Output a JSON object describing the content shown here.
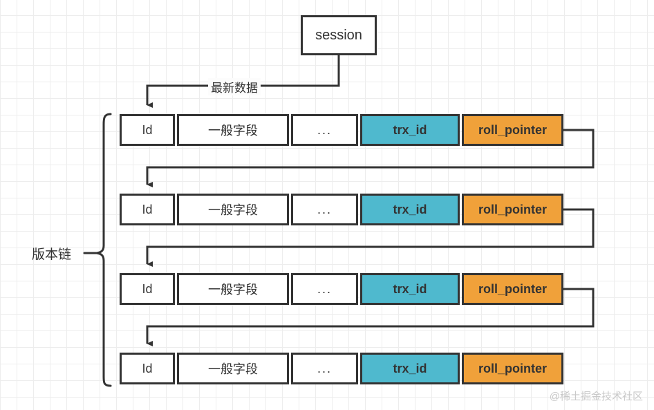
{
  "diagram": {
    "title": "MVCC version chain diagram",
    "session": {
      "label": "session"
    },
    "labels": {
      "latest_data": "最新数据",
      "version_chain": "版本链"
    },
    "columns": [
      {
        "key": "id",
        "label": "Id",
        "color": "#FFFFFF"
      },
      {
        "key": "general",
        "label": "一般字段",
        "color": "#FFFFFF"
      },
      {
        "key": "ellipsis",
        "label": "...",
        "color": "#FFFFFF"
      },
      {
        "key": "trx_id",
        "label": "trx_id",
        "color": "#4FB9CE"
      },
      {
        "key": "roll_pointer",
        "label": "roll_pointer",
        "color": "#F0A13A"
      }
    ],
    "rows": [
      {
        "id": "Id",
        "general": "一般字段",
        "ellipsis": "...",
        "trx_id": "trx_id",
        "roll_pointer": "roll_pointer"
      },
      {
        "id": "Id",
        "general": "一般字段",
        "ellipsis": "...",
        "trx_id": "trx_id",
        "roll_pointer": "roll_pointer"
      },
      {
        "id": "Id",
        "general": "一般字段",
        "ellipsis": "...",
        "trx_id": "trx_id",
        "roll_pointer": "roll_pointer"
      },
      {
        "id": "Id",
        "general": "一般字段",
        "ellipsis": "...",
        "trx_id": "trx_id",
        "roll_pointer": "roll_pointer"
      }
    ],
    "colors": {
      "stroke": "#333333",
      "trx_id_fill": "#4FB9CE",
      "roll_pointer_fill": "#F0A13A",
      "background": "#FFFFFF",
      "grid_minor": "#EDEDED",
      "grid_major": "#E3E3E3"
    },
    "watermark": "@稀土掘金技术社区"
  }
}
